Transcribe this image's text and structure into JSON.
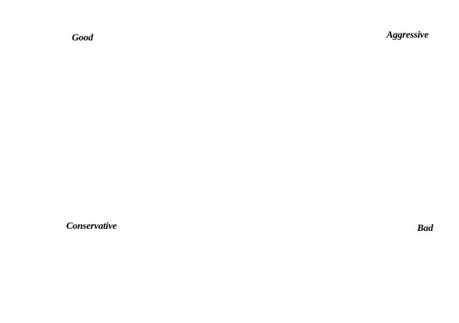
{
  "labels": {
    "top_left": "Good",
    "top_right": "Aggressive",
    "bottom_left": "Conservative",
    "bottom_right": "Bad"
  },
  "colors": {
    "background": "#ffffff",
    "text": "#000000"
  }
}
